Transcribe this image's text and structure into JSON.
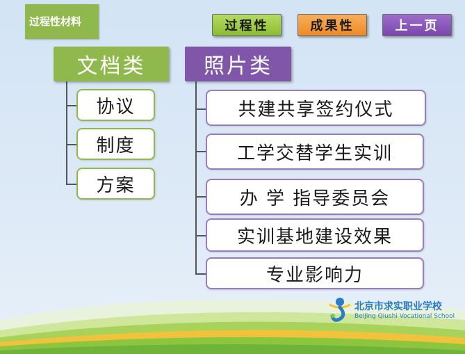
{
  "slide": {
    "title_tab": "过程性材料"
  },
  "nav": {
    "process": "过程性",
    "result": "成果性",
    "prev_page": "上一页"
  },
  "documents": {
    "heading": "文档类",
    "items": [
      "协议",
      "制度",
      "方案"
    ]
  },
  "photos": {
    "heading": "照片类",
    "items": [
      "共建共享签约仪式",
      "工学交替学生实训",
      "办 学 指导委员会",
      "实训基地建设效果",
      "专业影响力"
    ]
  },
  "school": {
    "name_cn": "北京市求实职业学校",
    "name_en": "BeiJing Qiushi Vocational School"
  },
  "colors": {
    "green": "#8fb94d",
    "purple": "#7f56a8",
    "orange": "#ee8a27",
    "logo_blue": "#2a7cc4"
  }
}
